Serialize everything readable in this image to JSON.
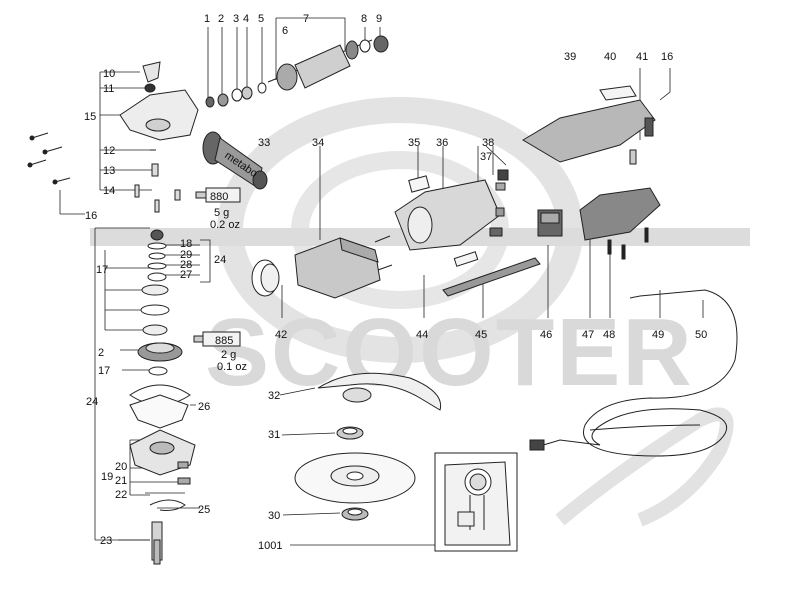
{
  "watermark": {
    "text": "SCOOTER",
    "color": "#d9d9d9"
  },
  "tubes": {
    "grease_880": {
      "code": "880",
      "amount": "5 g",
      "imperial": "0.2 oz"
    },
    "grease_885": {
      "code": "885",
      "amount": "2 g",
      "imperial": "0.1 oz"
    }
  },
  "handle_brand": "metabo",
  "labels": [
    {
      "key": "p1",
      "text": "1"
    },
    {
      "key": "p2",
      "text": "2"
    },
    {
      "key": "p3",
      "text": "3"
    },
    {
      "key": "p4",
      "text": "4"
    },
    {
      "key": "p5",
      "text": "5"
    },
    {
      "key": "p6",
      "text": "6"
    },
    {
      "key": "p7",
      "text": "7"
    },
    {
      "key": "p8",
      "text": "8"
    },
    {
      "key": "p9",
      "text": "9"
    },
    {
      "key": "p10",
      "text": "10"
    },
    {
      "key": "p11",
      "text": "11"
    },
    {
      "key": "p12",
      "text": "12"
    },
    {
      "key": "p13",
      "text": "13"
    },
    {
      "key": "p14",
      "text": "14"
    },
    {
      "key": "p15",
      "text": "15"
    },
    {
      "key": "p16a",
      "text": "16"
    },
    {
      "key": "p16b",
      "text": "16"
    },
    {
      "key": "p17a",
      "text": "17"
    },
    {
      "key": "p17b",
      "text": "17"
    },
    {
      "key": "p18",
      "text": "18"
    },
    {
      "key": "p19",
      "text": "19"
    },
    {
      "key": "p2b",
      "text": "2"
    },
    {
      "key": "p20",
      "text": "20"
    },
    {
      "key": "p21",
      "text": "21"
    },
    {
      "key": "p22",
      "text": "22"
    },
    {
      "key": "p23",
      "text": "23"
    },
    {
      "key": "p24a",
      "text": "24"
    },
    {
      "key": "p24b",
      "text": "24"
    },
    {
      "key": "p25",
      "text": "25"
    },
    {
      "key": "p26",
      "text": "26"
    },
    {
      "key": "p27",
      "text": "27"
    },
    {
      "key": "p28",
      "text": "28"
    },
    {
      "key": "p29",
      "text": "29"
    },
    {
      "key": "p30",
      "text": "30"
    },
    {
      "key": "p31",
      "text": "31"
    },
    {
      "key": "p32",
      "text": "32"
    },
    {
      "key": "p33",
      "text": "33"
    },
    {
      "key": "p34",
      "text": "34"
    },
    {
      "key": "p35",
      "text": "35"
    },
    {
      "key": "p36",
      "text": "36"
    },
    {
      "key": "p37",
      "text": "37"
    },
    {
      "key": "p38",
      "text": "38"
    },
    {
      "key": "p39",
      "text": "39"
    },
    {
      "key": "p40",
      "text": "40"
    },
    {
      "key": "p41",
      "text": "41"
    },
    {
      "key": "p42",
      "text": "42"
    },
    {
      "key": "p44",
      "text": "44"
    },
    {
      "key": "p45",
      "text": "45"
    },
    {
      "key": "p46",
      "text": "46"
    },
    {
      "key": "p47",
      "text": "47"
    },
    {
      "key": "p48",
      "text": "48"
    },
    {
      "key": "p49",
      "text": "49"
    },
    {
      "key": "p50",
      "text": "50"
    },
    {
      "key": "p1001",
      "text": "1001"
    }
  ]
}
